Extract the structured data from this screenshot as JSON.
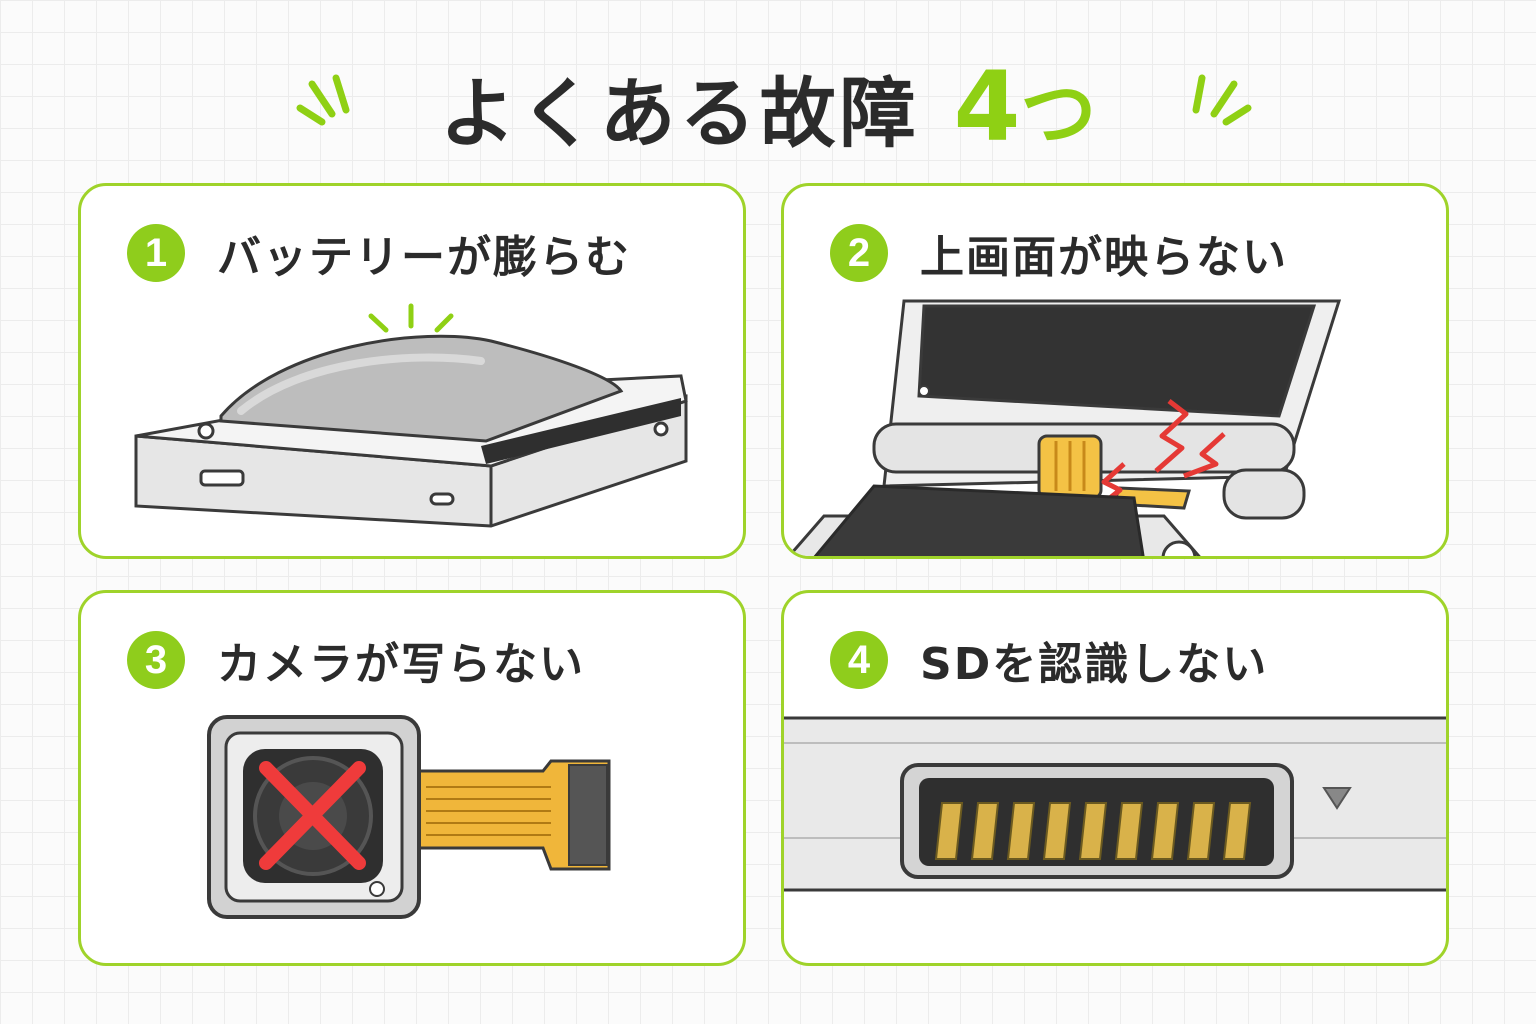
{
  "title": {
    "main": "よくある故障",
    "count_number": "4",
    "count_suffix": "つ"
  },
  "accent_color": "#8fcd1c",
  "cards": [
    {
      "number": "1",
      "label": "バッテリーが膨らむ",
      "illustration": "swollen-battery-device"
    },
    {
      "number": "2",
      "label": "上画面が映らない",
      "illustration": "hinge-cable-spark"
    },
    {
      "number": "3",
      "label": "カメラが写らない",
      "illustration": "camera-module-cross"
    },
    {
      "number": "4",
      "label": "SDを認識しない",
      "illustration": "sd-slot-corroded"
    }
  ]
}
